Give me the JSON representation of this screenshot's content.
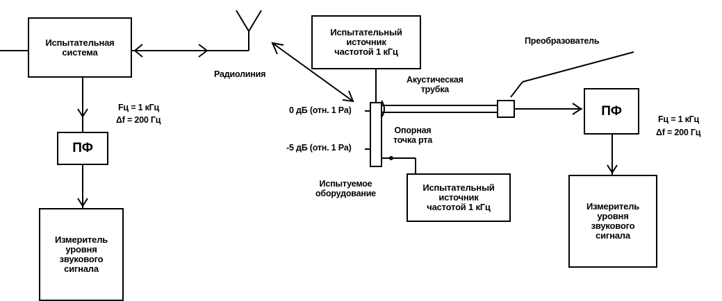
{
  "left": {
    "test_system": "Испытательная\nсистема",
    "bpf": "ПФ",
    "meter": "Измеритель\nуровня\nзвукового\nсигнала",
    "fc_label": "Fц = 1 кГц",
    "df_label": "Δf = 200 Гц"
  },
  "center": {
    "radio_link": "Радиолиния",
    "test_source_top": "Испытательный\nисточник\nчастотой 1 кГц",
    "acoustic_tube": "Акустическая\nтрубка",
    "level_0db": "0 дБ (отн. 1 Pa)",
    "level_minus5db": "-5 дБ (отн. 1 Pa)",
    "mouth_reference_point": "Опорная\nточка рта",
    "equipment_under_test": "Испытуемое\nоборудование",
    "test_source_bottom": "Испытательный\nисточник\nчастотой 1 кГц"
  },
  "right": {
    "transducer": "Преобразователь",
    "bpf": "ПФ",
    "meter": "Измеритель\nуровня\nзвукового\nсигнала",
    "fc_label": "Fц = 1 кГц",
    "df_label": "Δf = 200 Гц"
  }
}
